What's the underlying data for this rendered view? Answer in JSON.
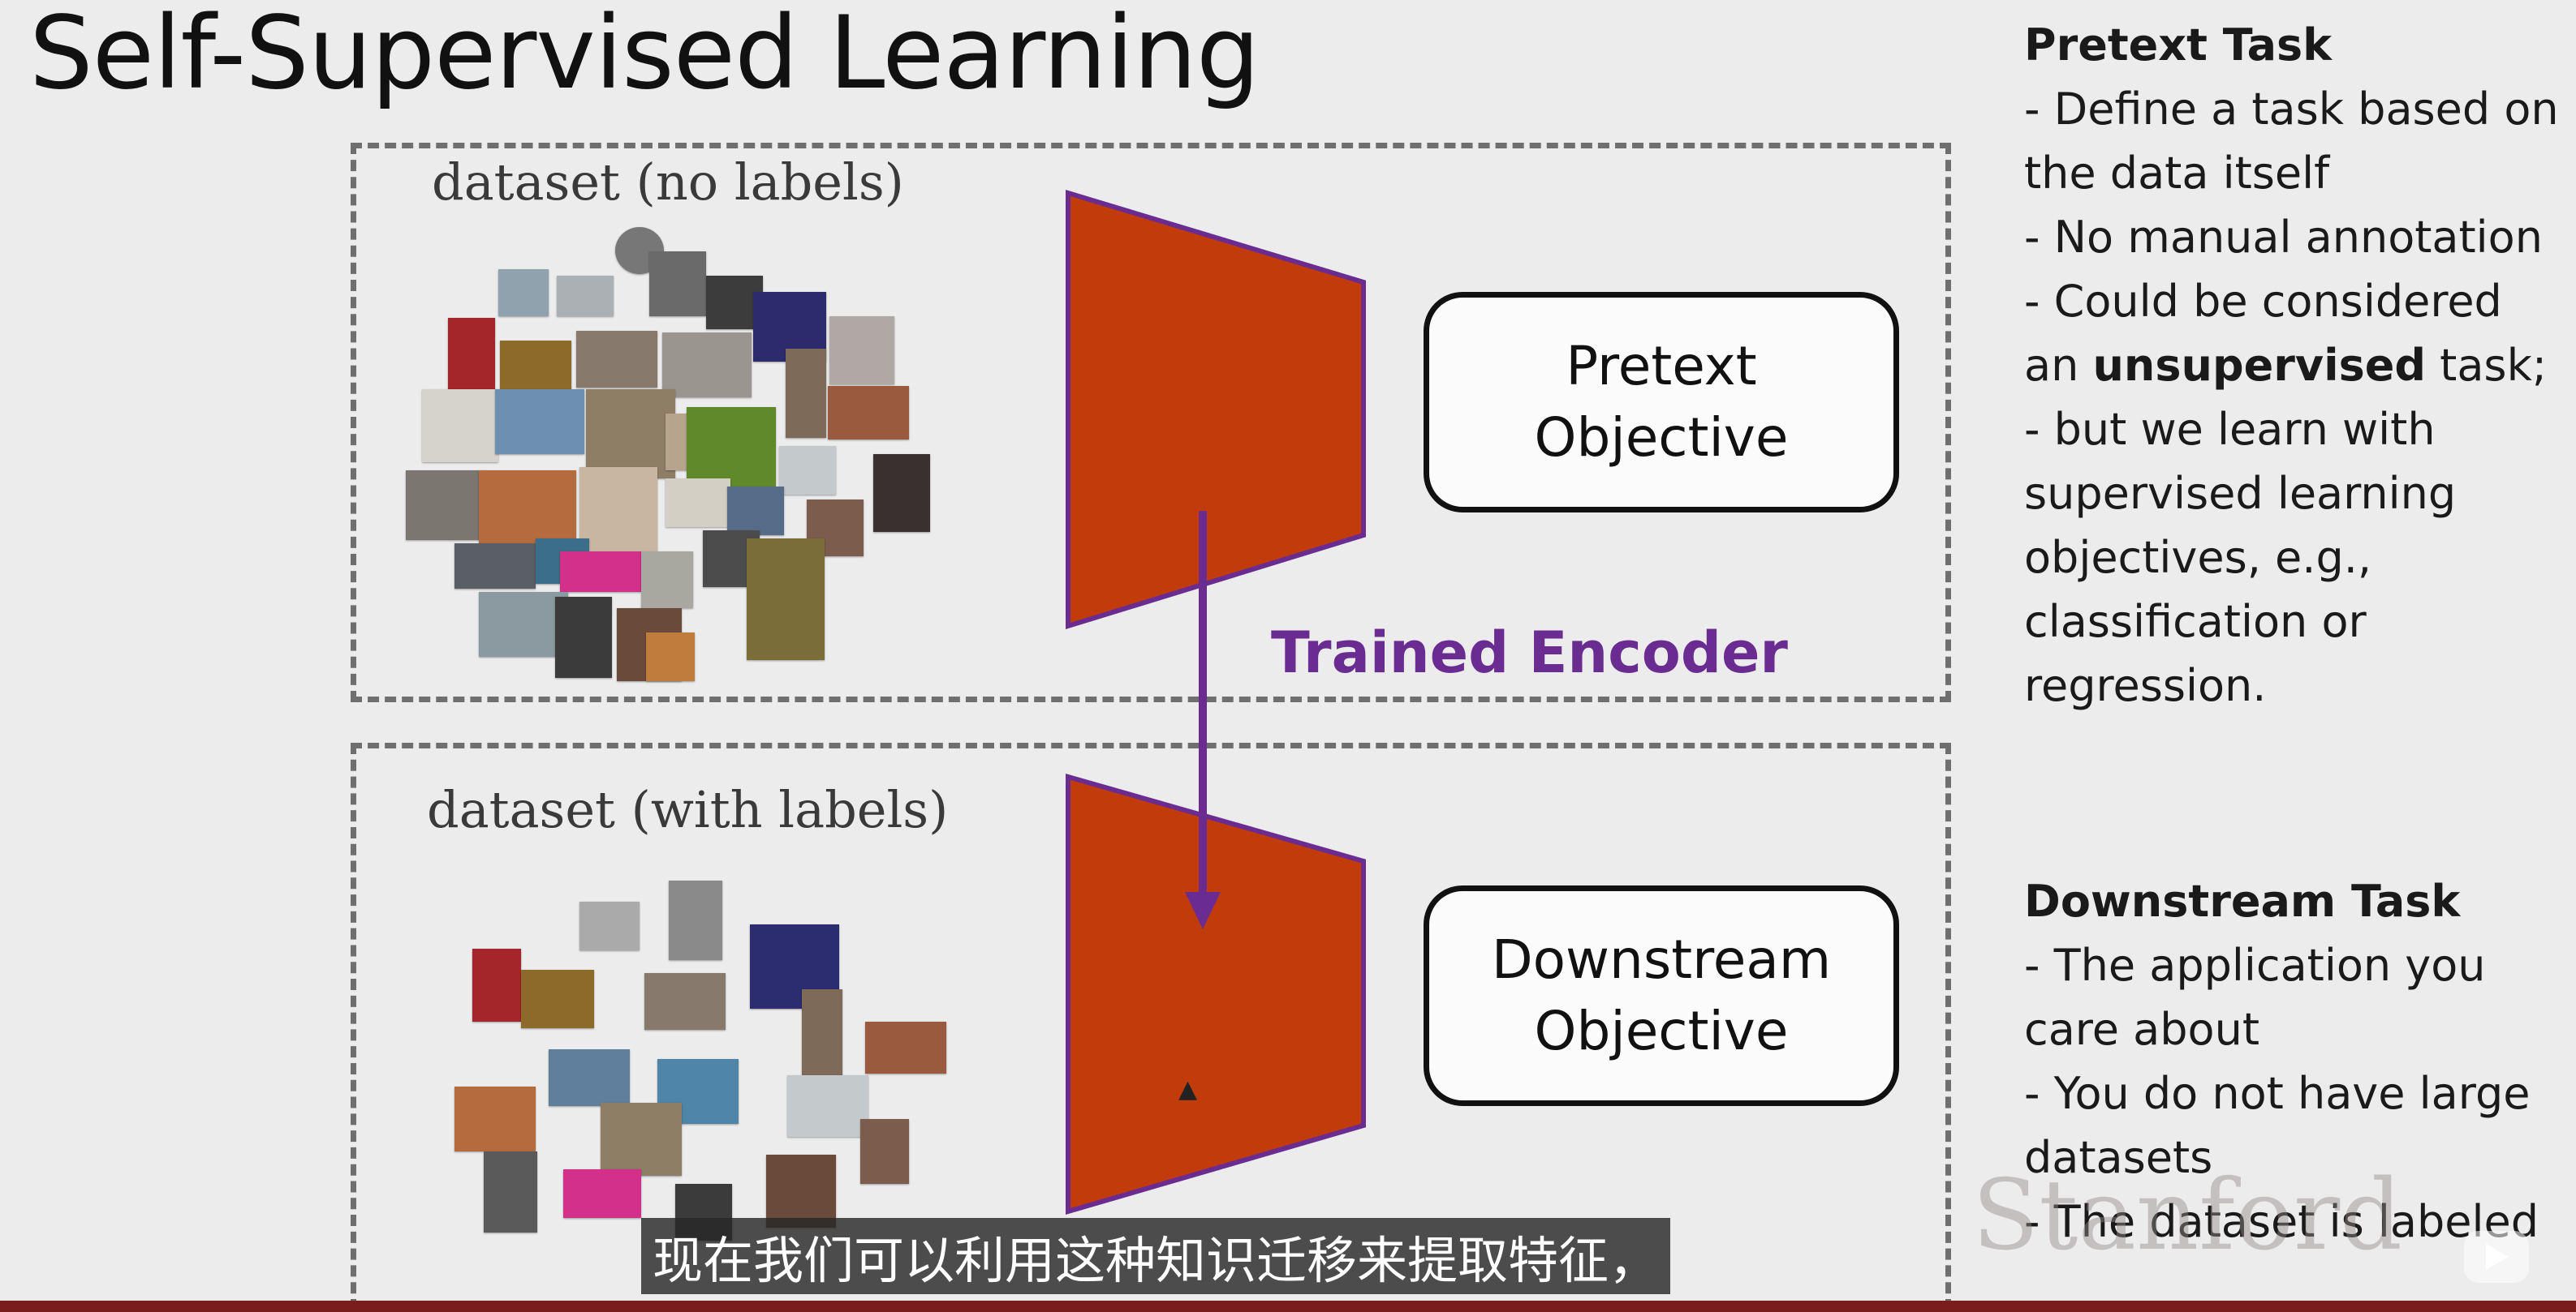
{
  "slide": {
    "title": "Self-Supervised Learning",
    "top_panel": {
      "dataset_label": "dataset (no labels)",
      "objective_line1": "Pretext",
      "objective_line2": "Objective"
    },
    "bottom_panel": {
      "dataset_label": "dataset (with labels)",
      "objective_line1": "Downstream",
      "objective_line2": "Objective"
    },
    "encoder_label": "Trained Encoder",
    "pretext_task": {
      "heading": "Pretext Task",
      "line1": "- Define a task based on",
      "line2": "the data itself",
      "line3": "- No manual annotation",
      "line4": "- Could be considered",
      "line5_pre": "an ",
      "line5_bold": "unsupervised",
      "line5_post": " task;",
      "line6": "- but we learn with",
      "line7": "supervised learning",
      "line8": "objectives, e.g.,",
      "line9": "classification or",
      "line10": "regression."
    },
    "downstream_task": {
      "heading": "Downstream Task",
      "line1": "- The application you",
      "line2": "care about",
      "line3": "- You do not have large",
      "line4": "datasets",
      "line5": "- The dataset is labeled"
    },
    "watermark": "Stanford"
  },
  "video": {
    "subtitle": "现在我们可以利用这种知识迁移来提取特征，",
    "cursor_icon": "cursor-icon",
    "play_icon": "play-icon"
  },
  "colors": {
    "encoder_fill": "#c23b0a",
    "encoder_stroke": "#6a2c91",
    "encoder_label": "#6a2c91",
    "progress_bar": "#7a1d1d"
  }
}
